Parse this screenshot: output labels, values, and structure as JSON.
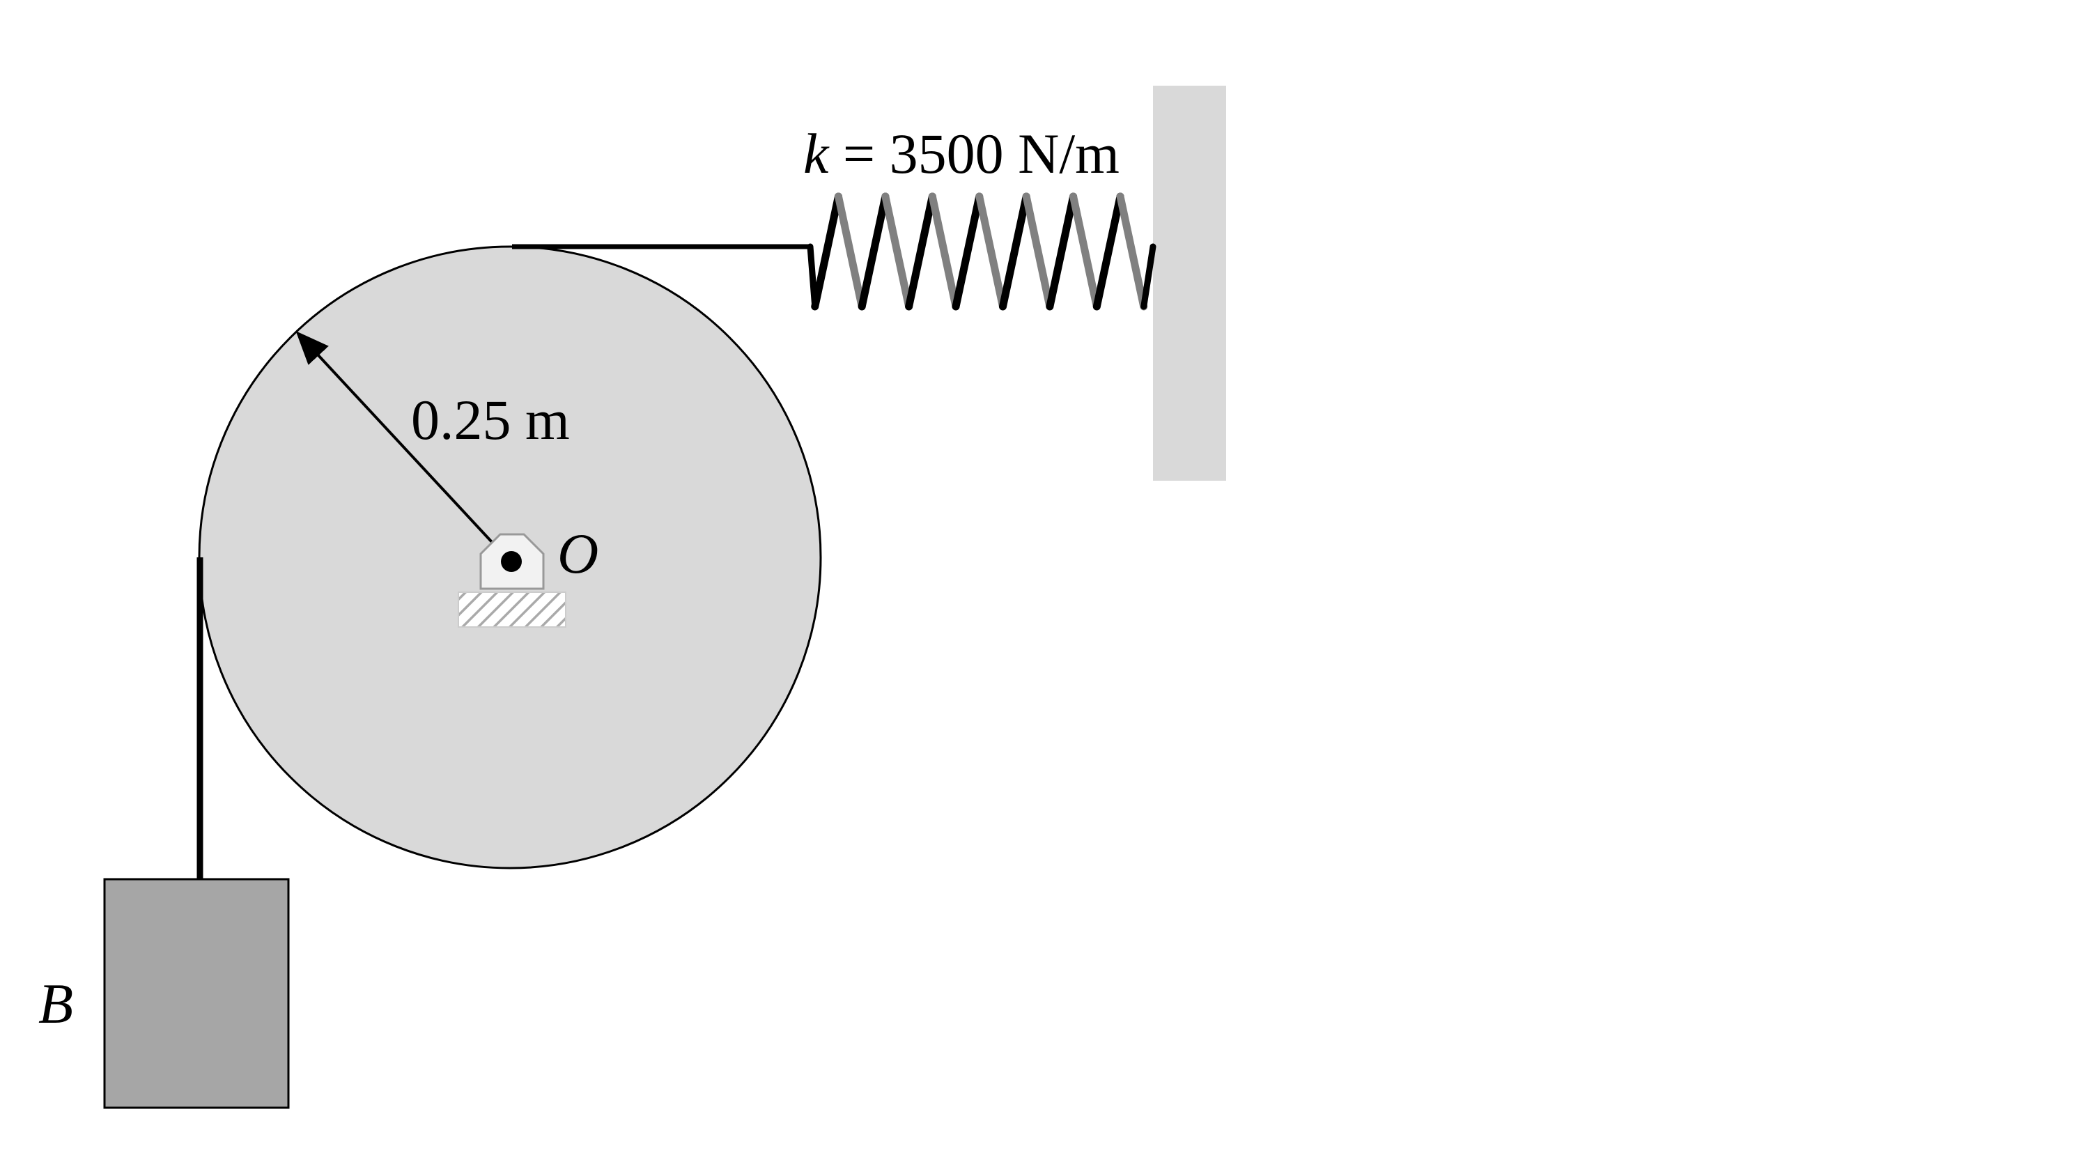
{
  "labels": {
    "spring_k_symbol": "k",
    "spring_value": " = 3500 N/m",
    "radius": "0.25 m",
    "center": "O",
    "block": "B"
  },
  "colors": {
    "pulley_fill": "#d9d9d9",
    "wall_fill": "#d9d9d9",
    "block_fill": "#a6a6a6",
    "pin_fill": "#f2f2f2",
    "hatch": "#aaaaaa",
    "spring_front": "#000000",
    "spring_back": "#808080",
    "outline": "#000000"
  }
}
